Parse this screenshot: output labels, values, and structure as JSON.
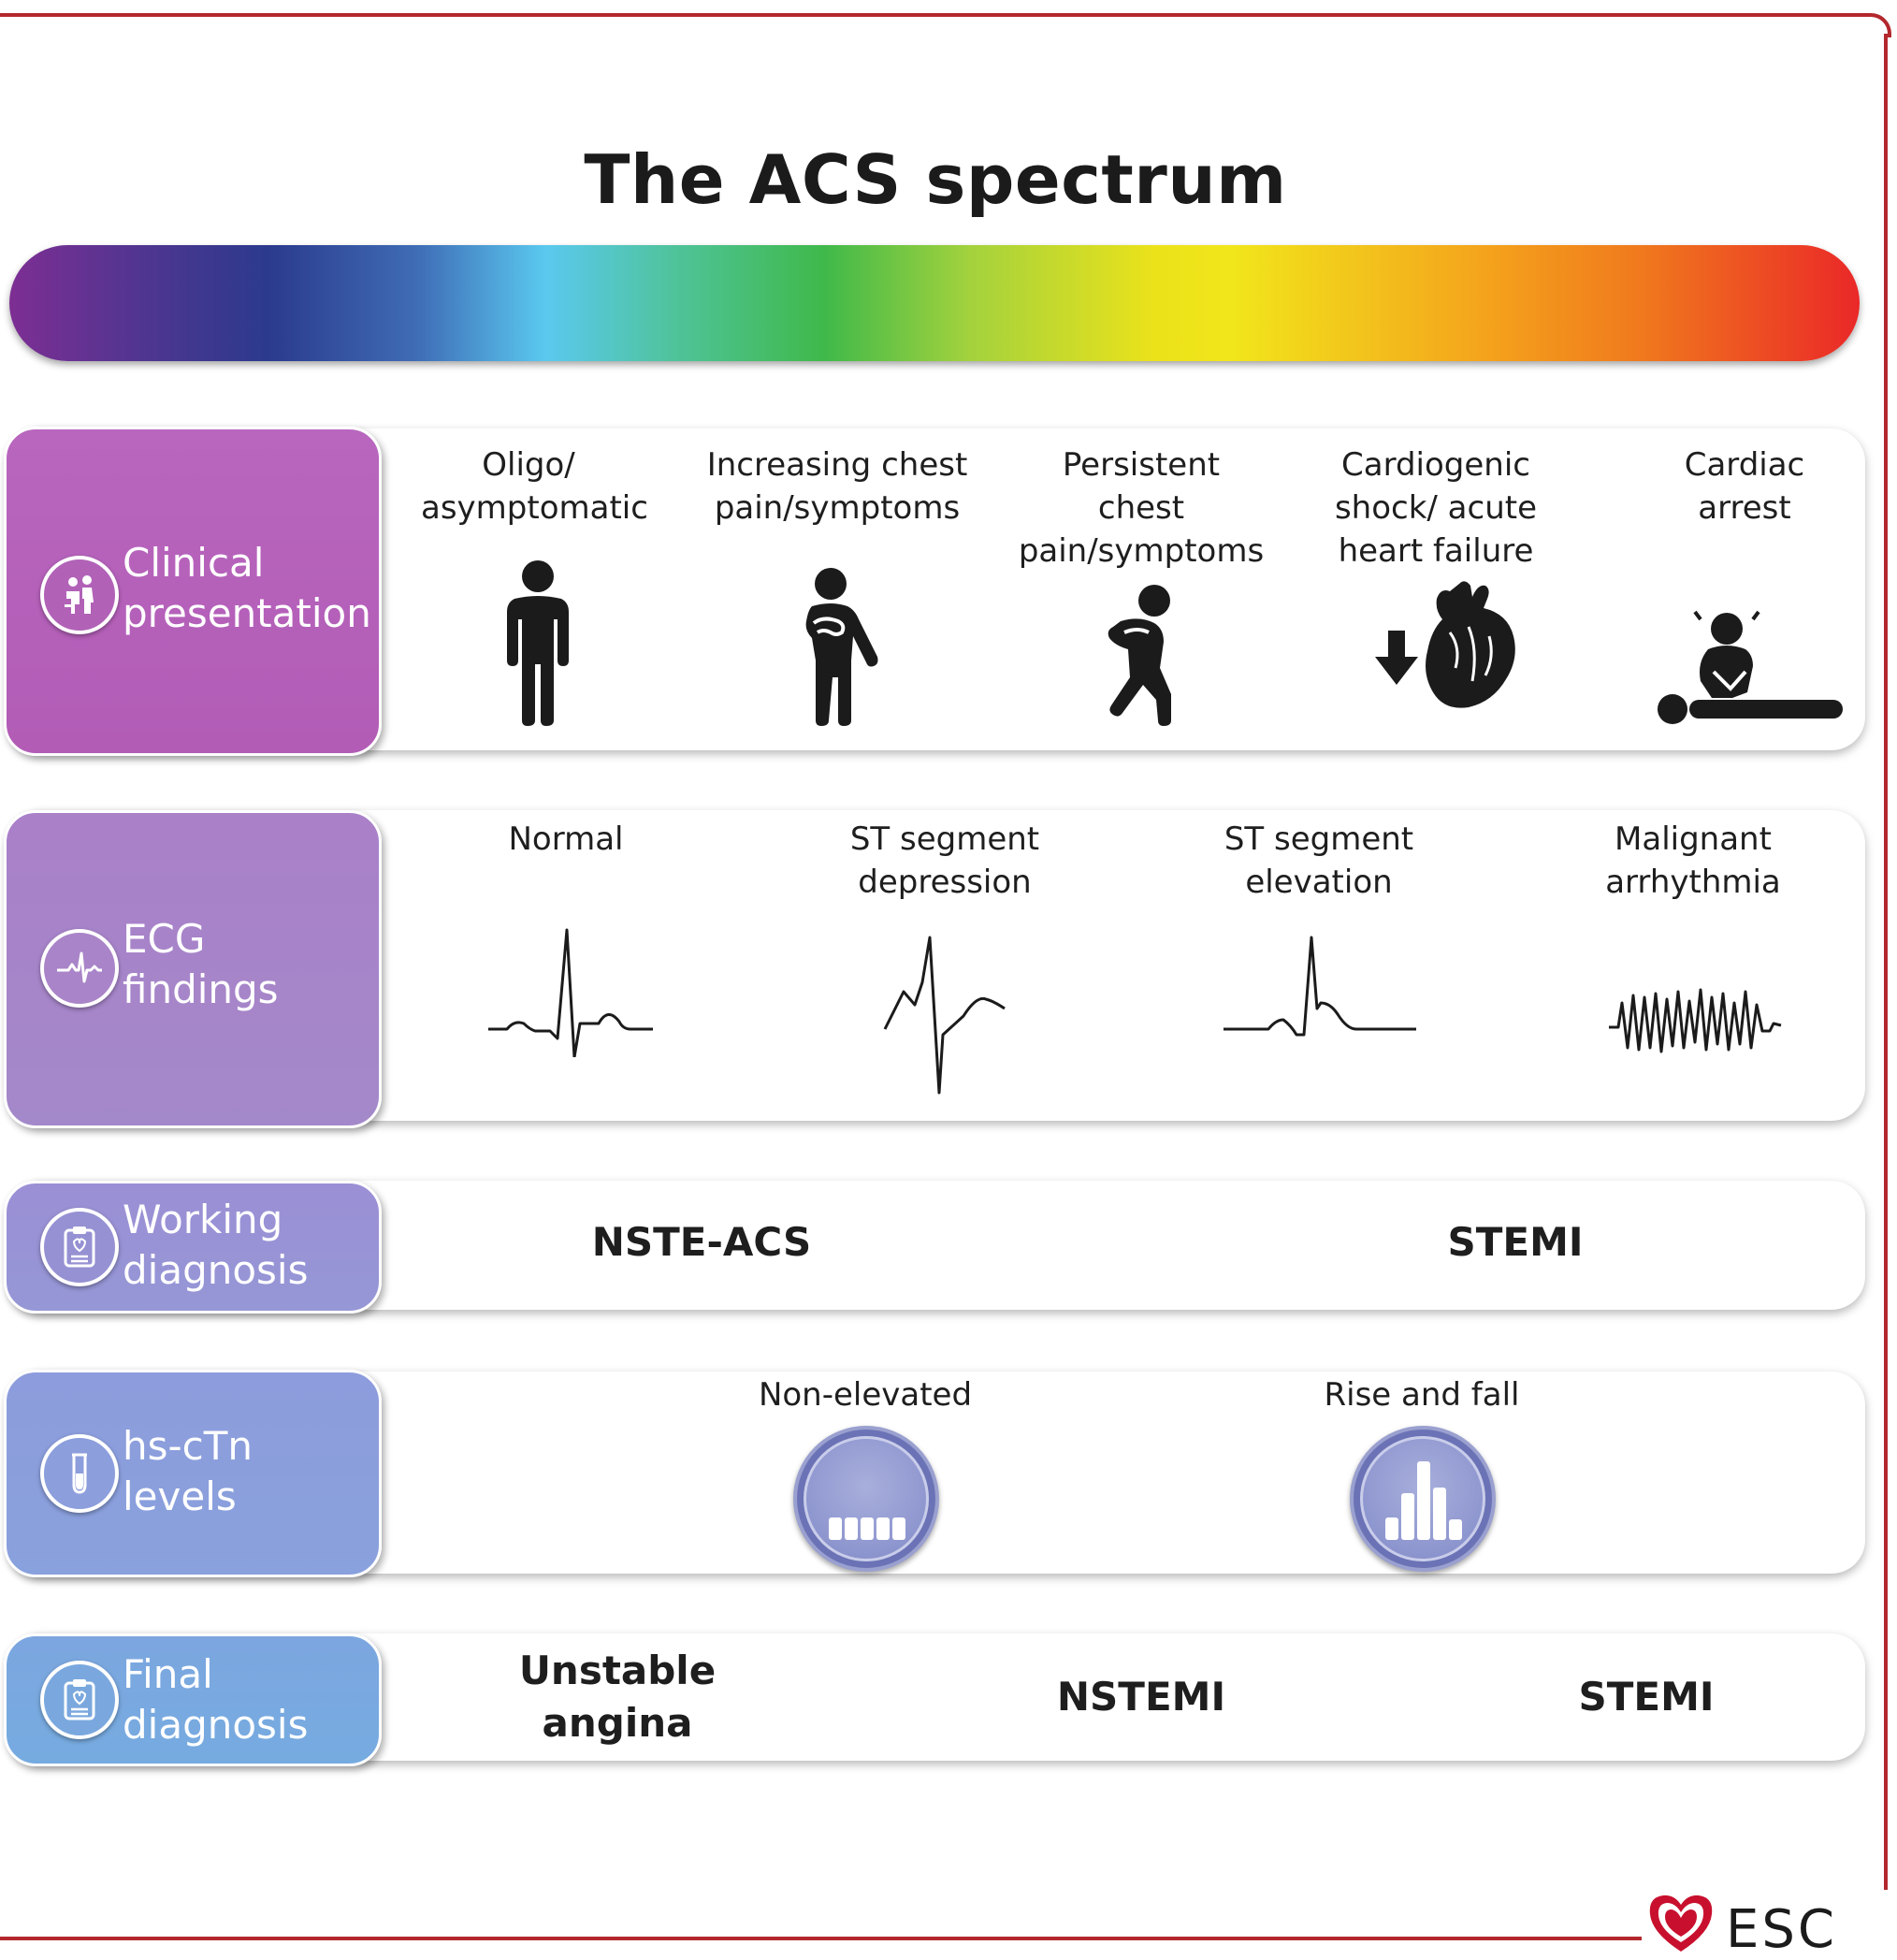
{
  "title": "The ACS spectrum",
  "rows": {
    "clinical": {
      "label": "Clinical presentation",
      "items": [
        "Oligo/ asymptomatic",
        "Increasing chest pain/symptoms",
        "Persistent chest pain/symptoms",
        "Cardiogenic shock/ acute heart failure",
        "Cardiac arrest"
      ]
    },
    "ecg": {
      "label": "ECG findings",
      "items": [
        "Normal",
        "ST segment depression",
        "ST segment elevation",
        "Malignant arrhythmia"
      ]
    },
    "working": {
      "label": "Working diagnosis",
      "items": [
        "NSTE-ACS",
        "STEMI"
      ]
    },
    "troponin": {
      "label": "hs-cTn levels",
      "items": [
        "Non-elevated",
        "Rise and fall"
      ]
    },
    "final": {
      "label": "Final diagnosis",
      "items": [
        "Unstable angina",
        "NSTEMI",
        "STEMI"
      ]
    }
  },
  "logo": "ESC",
  "colors": {
    "frame": "#b3282d",
    "clinical": "#b764bc",
    "ecg": "#a680c8",
    "working": "#9191d3",
    "troponin": "#8b9cdb",
    "final": "#78a7df"
  }
}
